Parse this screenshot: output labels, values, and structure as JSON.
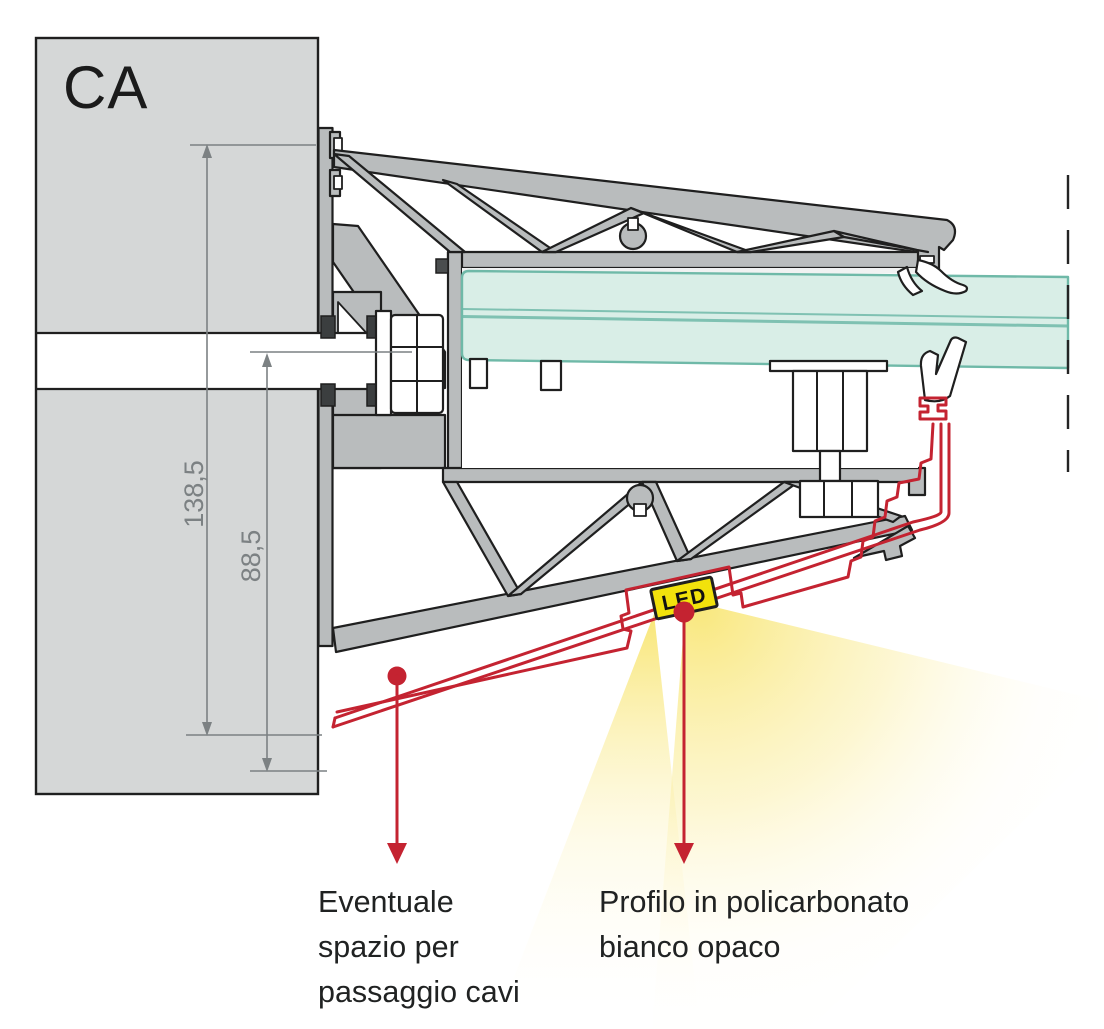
{
  "drawing": {
    "wall_label": "CA",
    "dimensions": {
      "overall": "138,5",
      "lower": "88,5"
    },
    "led_label": "LED",
    "annotations": {
      "cable_space": {
        "line1": "Eventuale",
        "line2": "spazio per",
        "line3": "passaggio cavi"
      },
      "profile": {
        "line1": "Profilo in policarbonato",
        "line2": "bianco opaco"
      }
    },
    "colors": {
      "aluminum": "#b9bcbd",
      "wall": "#d5d7d7",
      "outline": "#1f1f1f",
      "dimension": "#7c8183",
      "red": "#c42331",
      "led_yellow": "#f2e20c",
      "glass": "#d9eee7",
      "glass_edge": "#6fb9a8",
      "light_strong": "#f8e570",
      "light_soft": "#fdf6cf"
    }
  }
}
